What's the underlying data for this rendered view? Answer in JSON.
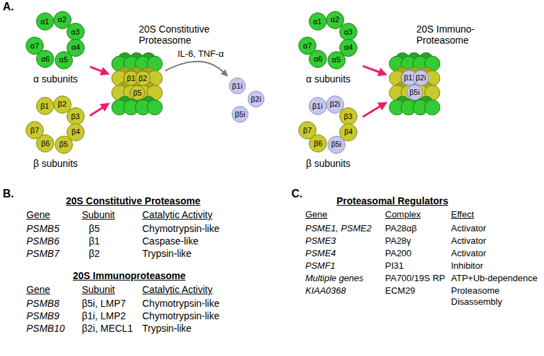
{
  "diagram": {
    "nodes": [
      {
        "text": [
          "α subunits"
        ]
      },
      {
        "text": [
          "α1"
        ],
        "in": 0
      },
      {
        "text": [
          "α2"
        ],
        "in": 0
      },
      {
        "text": [
          "α3"
        ],
        "in": 0
      },
      {
        "text": [
          "α4"
        ],
        "in": 0
      },
      {
        "text": [
          "α5"
        ],
        "in": 0
      },
      {
        "text": [
          "α6"
        ],
        "in": 0
      },
      {
        "text": [
          "α7"
        ],
        "in": 0
      },
      {
        "text": [
          "β subunits"
        ]
      },
      {
        "text": [
          "β1"
        ],
        "in": 8
      },
      {
        "text": [
          "β2"
        ],
        "in": 8
      },
      {
        "text": [
          "β3"
        ],
        "in": 8
      },
      {
        "text": [
          "β4"
        ],
        "in": 8
      },
      {
        "text": [
          "β5"
        ],
        "in": 8
      },
      {
        "text": [
          "β6"
        ],
        "in": 8
      },
      {
        "text": [
          "β7"
        ],
        "in": 8
      },
      {
        "text": [
          "20S Constitutive Proteasome"
        ]
      },
      {
        "text": [
          "β1"
        ],
        "in": 16
      },
      {
        "text": [
          "β2"
        ],
        "in": 16
      },
      {
        "text": [
          "β5"
        ],
        "in": 16
      },
      {
        "text": [
          "β1i"
        ]
      },
      {
        "text": [
          "β2i"
        ]
      },
      {
        "text": [
          "β5i"
        ]
      },
      {
        "text": [
          "α subunits"
        ]
      },
      {
        "text": [
          "α1"
        ],
        "in": 23
      },
      {
        "text": [
          "α2"
        ],
        "in": 23
      },
      {
        "text": [
          "α3"
        ],
        "in": 23
      },
      {
        "text": [
          "α4"
        ],
        "in": 23
      },
      {
        "text": [
          "α5"
        ],
        "in": 23
      },
      {
        "text": [
          "α6"
        ],
        "in": 23
      },
      {
        "text": [
          "α7"
        ],
        "in": 23
      },
      {
        "text": [
          "β subunits"
        ]
      },
      {
        "text": [
          "β1i"
        ],
        "in": 31
      },
      {
        "text": [
          "β2i"
        ],
        "in": 31
      },
      {
        "text": [
          "β3"
        ],
        "in": 31
      },
      {
        "text": [
          "β4"
        ],
        "in": 31
      },
      {
        "text": [
          "β5i"
        ],
        "in": 31
      },
      {
        "text": [
          "β6"
        ],
        "in": 31
      },
      {
        "text": [
          "β7"
        ],
        "in": 31
      },
      {
        "text": [
          "20S Immuno- Proteasome"
        ]
      },
      {
        "text": [
          "β1i"
        ],
        "in": 39
      },
      {
        "text": [
          "β2i"
        ],
        "in": 39
      },
      {
        "text": [
          "β5i"
        ],
        "in": 39
      }
    ],
    "edges": [
      {
        "from": 0,
        "to": 16,
        "arrow": "to"
      },
      {
        "from": 8,
        "to": 16,
        "arrow": "to"
      },
      {
        "from": 16,
        "to": 20,
        "arrow": "to",
        "label": "IL-6, TNF-α"
      },
      {
        "from": 23,
        "to": 39,
        "arrow": "to"
      },
      {
        "from": 31,
        "to": 39,
        "arrow": "to"
      }
    ],
    "labels": [
      "A.",
      "B.",
      "20S Constitutive Proteasome",
      "Gene",
      "Subunit",
      "Catalytic Activity",
      "PSMB5",
      "β5",
      "Chymotrypsin-like",
      "PSMB6",
      "β1",
      "Caspase-like",
      "PSMB7",
      "β2",
      "Trypsin-like",
      "20S Immunoproteasome",
      "Gene",
      "Subunit",
      "Catalytic Activity",
      "PSMB8",
      "β5i, LMP7",
      "Chymotrypsin-like",
      "PSMB9",
      "β1i, LMP2",
      "Chymotrypsin-like",
      "PSMB10",
      "β2i, MECL1",
      "Trypsin-like",
      "C.",
      "Proteasomal Regulators",
      "Gene",
      "Complex",
      "Effect",
      "PSME1, PSME2",
      "PA28αβ",
      "Activator",
      "PSME3",
      "PA28γ",
      "Activator",
      "PSME4",
      "PA200",
      "Activator",
      "PSMF1",
      "PI31",
      "Inhibitor",
      "Multiple genes",
      "PA700/19S RP",
      "ATP+Ub-dependence",
      "KIAA0368",
      "ECM29",
      "Proteasome Disassembly"
    ]
  }
}
